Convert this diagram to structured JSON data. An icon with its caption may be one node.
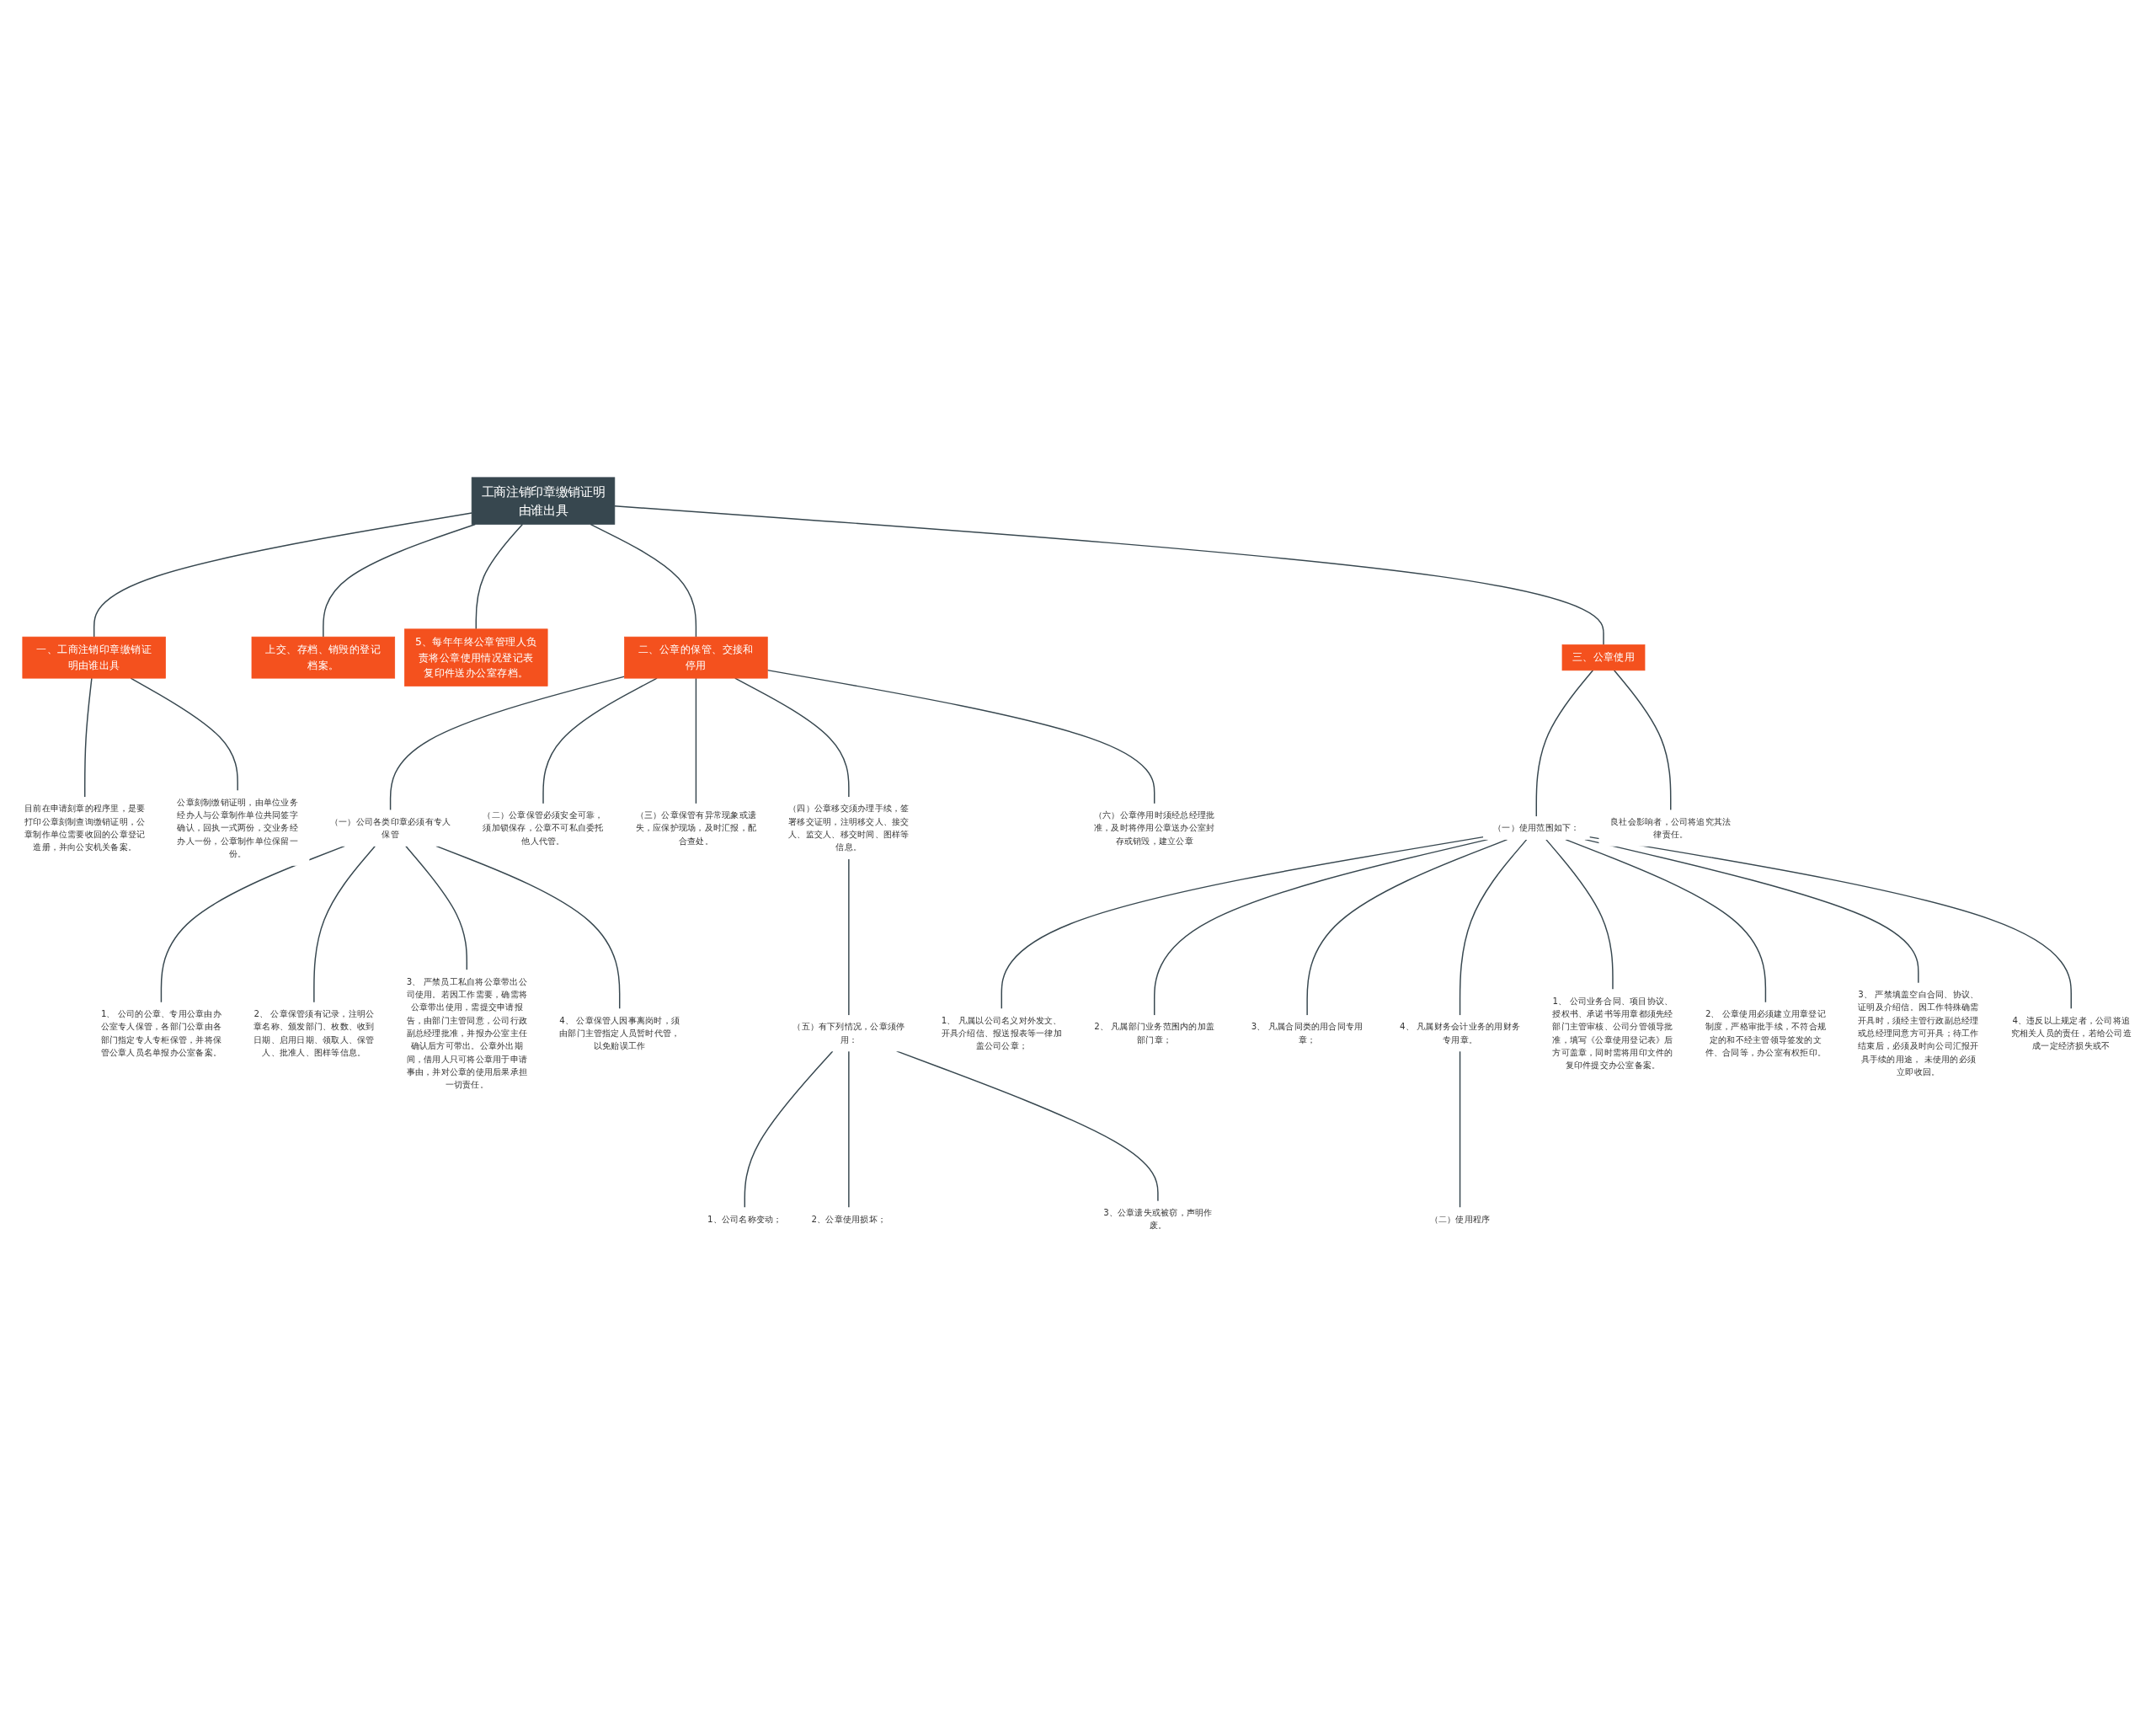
{
  "diagram": {
    "nodes": [
      {
        "text": [
          "工商注销印章缴销证明由谁出具"
        ]
      },
      {
        "text": [
          "一、工商注销印章缴销证明由谁出具"
        ]
      },
      {
        "text": [
          "目前在申请刻章的程序里，是要打印公章刻制查询缴销证明，公章制作单位需要收回的公章登记造册，并向公安机关备案。"
        ]
      },
      {
        "text": [
          "公章刻制缴销证明，由单位业务经办人与公章制作单位共同签字确认，回执一式两份，交业务经办人一份，公章制作单位保留一份。"
        ]
      },
      {
        "text": [
          "上交、存档、销毁的登记档案。"
        ]
      },
      {
        "text": [
          "5、每年年终公章管理人负责将公章使用情况登记表复印件送办公室存档。"
        ]
      },
      {
        "text": [
          "二、公章的保管、交接和停用"
        ]
      },
      {
        "text": [
          "（一）公司各类印章必须有专人保管"
        ]
      },
      {
        "text": [
          "1、 公司的公章、专用公章由办公室专人保管，各部门公章由各部门指定专人专柜保管，并将保管公章人员名单报办公室备案。"
        ]
      },
      {
        "text": [
          "2、 公章保管须有记录，注明公章名称、颁发部门、枚数、收到日期、启用日期、领取人、保管人、批准人、图样等信息。"
        ]
      },
      {
        "text": [
          "3、 严禁员工私自将公章带出公司使用。若因工作需要，确需将公章带出使用，需提交申请报告，由部门主管同意，公司行政副总经理批准，并报办公室主任确认后方可带出。公章外出期间，借用人只可将公章用于申请事由，并对公章的使用后果承担一切责任。"
        ]
      },
      {
        "text": [
          "4、 公章保管人因事离岗时，须由部门主管指定人员暂时代管，以免贻误工作"
        ]
      },
      {
        "text": [
          "（二）公章保管必须安全可靠，须加锁保存，公章不可私自委托他人代管。"
        ]
      },
      {
        "text": [
          "（三）公章保管有异常现象或遗失，应保护现场，及时汇报，配合查处。"
        ]
      },
      {
        "text": [
          "（四）公章移交须办理手续，签署移交证明，注明移交人、接交人、监交人、移交时间、图样等信息。"
        ]
      },
      {
        "text": [
          "（五）有下列情况，公章须停用："
        ]
      },
      {
        "text": [
          "1、公司名称变动；"
        ]
      },
      {
        "text": [
          "2、公章使用损坏；"
        ]
      },
      {
        "text": [
          "3、公章遗失或被窃，声明作废。"
        ]
      },
      {
        "text": [
          "（六）公章停用时须经总经理批准，及时将停用公章送办公室封存或销毁，建立公章"
        ]
      },
      {
        "text": [
          "三、公章使用"
        ]
      },
      {
        "text": [
          "（一）使用范围如下："
        ]
      },
      {
        "text": [
          "1、 凡属以公司名义对外发文、开具介绍信、报送报表等一律加盖公司公章；"
        ]
      },
      {
        "text": [
          "2、 凡属部门业务范围内的加盖部门章；"
        ]
      },
      {
        "text": [
          "3、 凡属合同类的用合同专用章；"
        ]
      },
      {
        "text": [
          "4、 凡属财务会计业务的用财务专用章。"
        ]
      },
      {
        "text": [
          "（二）使用程序"
        ]
      },
      {
        "text": [
          "1、 公司业务合同、项目协议、授权书、承诺书等用章都须先经部门主管审核、公司分管领导批准，填写《公章使用登记表》后方可盖章，同时需将用印文件的复印件提交办公室备案。"
        ]
      },
      {
        "text": [
          "2、 公章使用必须建立用章登记制度，严格审批手续，不符合规定的和不经主管领导签发的文件、合同等，办公室有权拒印。"
        ]
      },
      {
        "text": [
          "3、 严禁填盖空白合同、协议、证明及介绍信。因工作特殊确需开具时，须经主管行政副总经理或总经理同意方可开具；待工作结束后，必须及时向公司汇报开具手续的用途， 未使用的必须立即收回。"
        ]
      },
      {
        "text": [
          "4、违反以上规定者，公司将追究相关人员的责任，若给公司造成一定经济损失或不"
        ]
      },
      {
        "text": [
          "良社会影响者，公司将追究其法律责任。"
        ]
      }
    ],
    "edges": [
      {
        "from": 0,
        "to": 1,
        "arrow": "none"
      },
      {
        "from": 1,
        "to": 2,
        "arrow": "none"
      },
      {
        "from": 1,
        "to": 3,
        "arrow": "none"
      },
      {
        "from": 0,
        "to": 4,
        "arrow": "none"
      },
      {
        "from": 0,
        "to": 5,
        "arrow": "none"
      },
      {
        "from": 0,
        "to": 6,
        "arrow": "none"
      },
      {
        "from": 6,
        "to": 7,
        "arrow": "none"
      },
      {
        "from": 7,
        "to": 8,
        "arrow": "none"
      },
      {
        "from": 7,
        "to": 9,
        "arrow": "none"
      },
      {
        "from": 7,
        "to": 10,
        "arrow": "none"
      },
      {
        "from": 7,
        "to": 11,
        "arrow": "none"
      },
      {
        "from": 6,
        "to": 12,
        "arrow": "none"
      },
      {
        "from": 6,
        "to": 13,
        "arrow": "none"
      },
      {
        "from": 6,
        "to": 14,
        "arrow": "none"
      },
      {
        "from": 14,
        "to": 15,
        "arrow": "none"
      },
      {
        "from": 15,
        "to": 16,
        "arrow": "none"
      },
      {
        "from": 15,
        "to": 17,
        "arrow": "none"
      },
      {
        "from": 15,
        "to": 18,
        "arrow": "none"
      },
      {
        "from": 6,
        "to": 19,
        "arrow": "none"
      },
      {
        "from": 0,
        "to": 20,
        "arrow": "none"
      },
      {
        "from": 20,
        "to": 21,
        "arrow": "none"
      },
      {
        "from": 21,
        "to": 22,
        "arrow": "none"
      },
      {
        "from": 21,
        "to": 23,
        "arrow": "none"
      },
      {
        "from": 21,
        "to": 24,
        "arrow": "none"
      },
      {
        "from": 21,
        "to": 25,
        "arrow": "none"
      },
      {
        "from": 25,
        "to": 26,
        "arrow": "none"
      },
      {
        "from": 21,
        "to": 27,
        "arrow": "none"
      },
      {
        "from": 21,
        "to": 28,
        "arrow": "none"
      },
      {
        "from": 21,
        "to": 29,
        "arrow": "none"
      },
      {
        "from": 21,
        "to": 30,
        "arrow": "none"
      },
      {
        "from": 20,
        "to": 31,
        "arrow": "none"
      }
    ]
  }
}
